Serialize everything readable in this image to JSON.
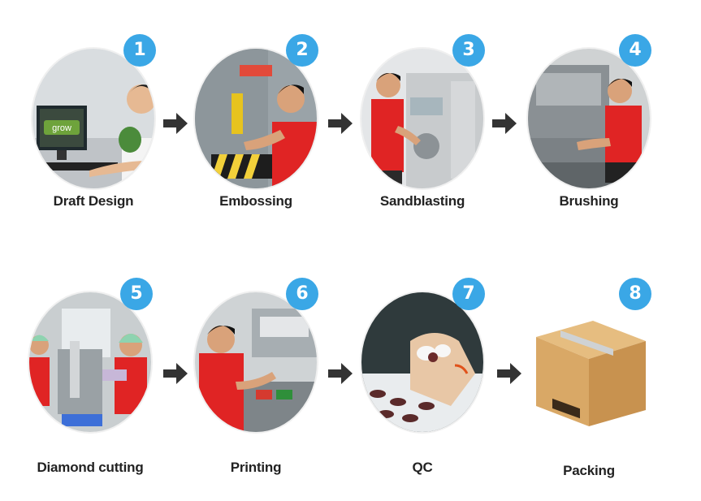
{
  "steps": [
    {
      "number": "1",
      "label": "Draft Design"
    },
    {
      "number": "2",
      "label": "Embossing"
    },
    {
      "number": "3",
      "label": "Sandblasting"
    },
    {
      "number": "4",
      "label": "Brushing"
    },
    {
      "number": "5",
      "label": "Diamond cutting"
    },
    {
      "number": "6",
      "label": "Printing"
    },
    {
      "number": "7",
      "label": "QC"
    },
    {
      "number": "8",
      "label": "Packing"
    }
  ],
  "screen_text": "grow",
  "colors": {
    "badge": "#3aa7e6",
    "arrow": "#333333",
    "shirt": "#e02424",
    "box": "#d9a866"
  },
  "icons": {
    "arrow": "right-arrow-icon",
    "box": "cardboard-box-icon"
  }
}
